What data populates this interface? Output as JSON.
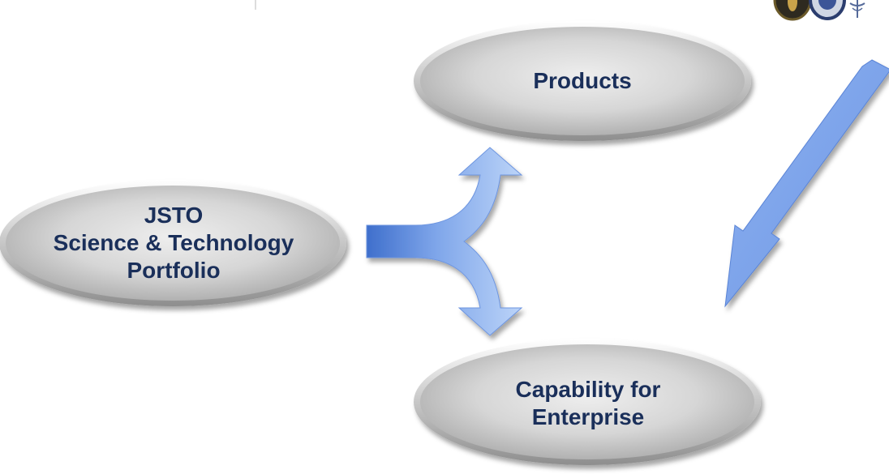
{
  "diagram": {
    "nodes": {
      "jsto": {
        "line1": "JSTO",
        "line2": "Science & Technology",
        "line3": "Portfolio"
      },
      "products": {
        "line1": "Products"
      },
      "capability": {
        "line1": "Capability for",
        "line2": "Enterprise"
      }
    },
    "edges": [
      {
        "from": "jsto",
        "to": "products"
      },
      {
        "from": "jsto",
        "to": "capability"
      },
      {
        "from": "external",
        "to": "capability"
      }
    ],
    "logos": [
      "army-seal-logo",
      "navy-seal-logo",
      "caduceus-logo"
    ],
    "colors": {
      "node_fill": "#cfcfcf",
      "node_text": "#1a2f5a",
      "arrow": "#7fa6ea",
      "arrow_light": "#a9c6f4",
      "arrow_dark": "#3f6fcc"
    }
  }
}
